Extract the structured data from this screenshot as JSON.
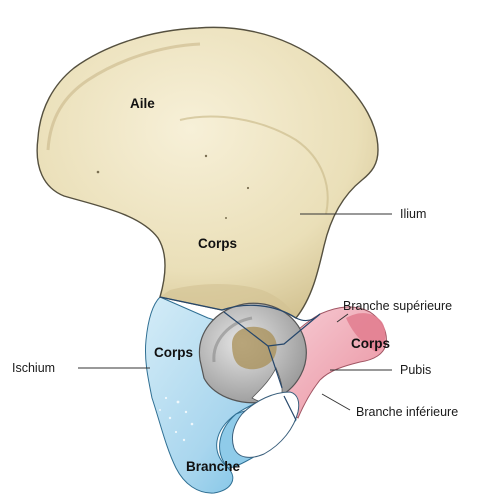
{
  "diagram": {
    "labels": {
      "aile": "Aile",
      "corps_ilium": "Corps",
      "ilium": "Ilium",
      "branche_superieure": "Branche supérieure",
      "corps_ischium": "Corps",
      "corps_pubis": "Corps",
      "ischium": "Ischium",
      "pubis": "Pubis",
      "branche_inferieure": "Branche inférieure",
      "branche": "Branche"
    },
    "colors": {
      "ilium_bone": "#ede3c0",
      "ilium_outline": "#55503f",
      "ischium": "#b9dcef",
      "ischium_dark": "#45a7d6",
      "pubis": "#f2b7c1",
      "pubis_dark": "#e27f91",
      "acetabulum": "#b9b9b9",
      "boundary": "#26476b"
    }
  }
}
